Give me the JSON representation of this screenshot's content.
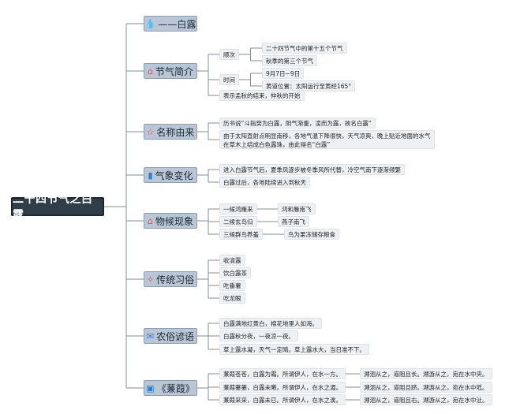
{
  "root": "二十四节气之白露",
  "branches": [
    {
      "icon": "water-drop-icon",
      "glyph": "💧",
      "color": "#2a7fd4",
      "label": "——白露",
      "leaves": []
    },
    {
      "icon": "house-icon",
      "glyph": "⌂",
      "color": "#d9534f",
      "label": "节气简介",
      "leaves": [
        {
          "text": "顺次",
          "children": [
            "二十四节气中的第十五个节气",
            "秋季的第三个节气"
          ]
        },
        {
          "text": "时间",
          "children": [
            "9月7日~9日",
            "黄道位置：太阳运行至黄经165°"
          ]
        },
        {
          "text": "表示孟秋的结束，仲秋的开始",
          "children": []
        }
      ]
    },
    {
      "icon": "star-icon",
      "glyph": "☆",
      "color": "#d9534f",
      "label": "名称由来",
      "leaves": [
        {
          "text": "历书说“斗指癸为白露，阴气渐重，凌而为露，故名白露”",
          "children": []
        },
        {
          "text": "由于太阳直射点明显南移，各地气温下降很快，天气凉爽，晚上贴近地面的水气",
          "text2": "在草木上结成白色露珠，由此得名“白露”",
          "children": []
        }
      ]
    },
    {
      "icon": "flag-icon",
      "glyph": "▮",
      "color": "#2a7fd4",
      "label": "气象变化",
      "leaves": [
        {
          "text": "进入白露节气后，夏季风逐步被冬季风所代替，冷空气南下逐渐频繁",
          "children": []
        },
        {
          "text": "白露过后，各地陆续进入到秋天",
          "children": []
        }
      ]
    },
    {
      "icon": "house-icon",
      "glyph": "⌂",
      "color": "#d9534f",
      "label": "物候现象",
      "leaves": [
        {
          "text": "一候鸿雁来",
          "children": [
            "鸿和雁南飞"
          ]
        },
        {
          "text": "二候玄鸟归",
          "children": [
            "燕子南飞"
          ]
        },
        {
          "text": "三候群鸟养羞",
          "children": [
            "鸟为果冻储存粮食"
          ]
        }
      ]
    },
    {
      "icon": "fireworks-icon",
      "glyph": "✧",
      "color": "#d9534f",
      "label": "传统习俗",
      "leaves": [
        {
          "text": "收清露",
          "children": []
        },
        {
          "text": "饮白露茶",
          "children": []
        },
        {
          "text": "吃番薯",
          "children": []
        },
        {
          "text": "吃龙眼",
          "children": []
        }
      ]
    },
    {
      "icon": "chat-bubble-icon",
      "glyph": "✉",
      "color": "#2a7fd4",
      "label": "农俗谚语",
      "leaves": [
        {
          "text": "白露满地红黄白，棉花地里人如海。",
          "children": []
        },
        {
          "text": "白露秋分夜，一夜凉一夜。",
          "children": []
        },
        {
          "text": "草上露水凝，天气一定晴。草上露水大，当日准不下。",
          "children": []
        }
      ]
    },
    {
      "icon": "book-icon",
      "glyph": "▣",
      "color": "#2a7fd4",
      "label": "《蒹葭》",
      "leaves": [
        {
          "text": "蒹葭苍苍，白露为霜。所谓伊人，在水一方。",
          "children": [
            "溯洄从之，道阻且长。溯游从之，宛在水中央。"
          ]
        },
        {
          "text": "蒹葭萋萋，白露未晞。所谓伊人，在水之湄。",
          "children": [
            "溯洄从之，道阻且跻。溯游从之，宛在水中坻。"
          ]
        },
        {
          "text": "蒹葭采采，白露未已。所谓伊人，在水之涘。",
          "children": [
            "溯洄从之，道阻且右。溯游从之，宛在水中沚。"
          ]
        }
      ]
    }
  ]
}
